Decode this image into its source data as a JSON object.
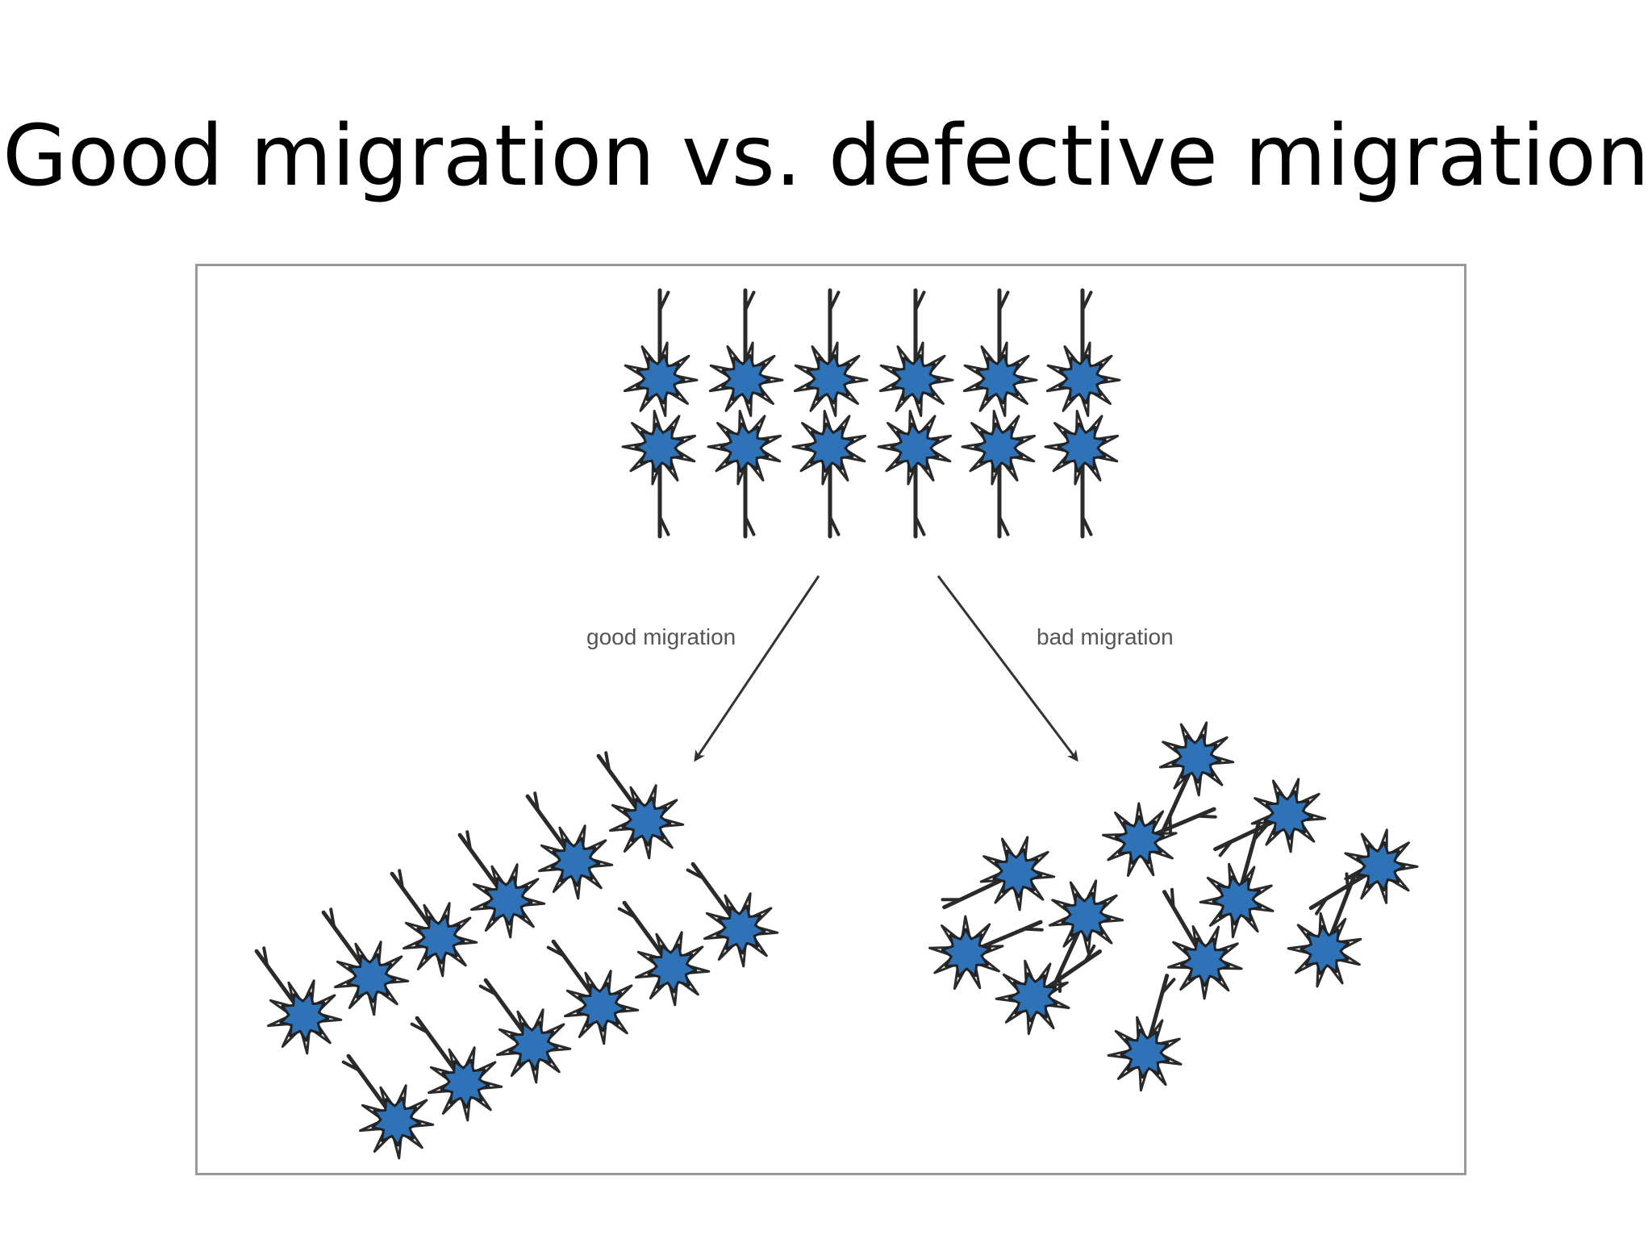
{
  "slide": {
    "title": "Good migration vs. defective migration"
  },
  "figure": {
    "good_label": "good migration",
    "bad_label": "bad migration",
    "colors": {
      "cell_body": "#2e72b8",
      "cell_outline": "#222222",
      "process": "#2a2a2a",
      "arrow": "#333333",
      "frame": "#9a9a9a"
    },
    "icons": [
      "neuron-icon",
      "arrow-icon"
    ]
  }
}
